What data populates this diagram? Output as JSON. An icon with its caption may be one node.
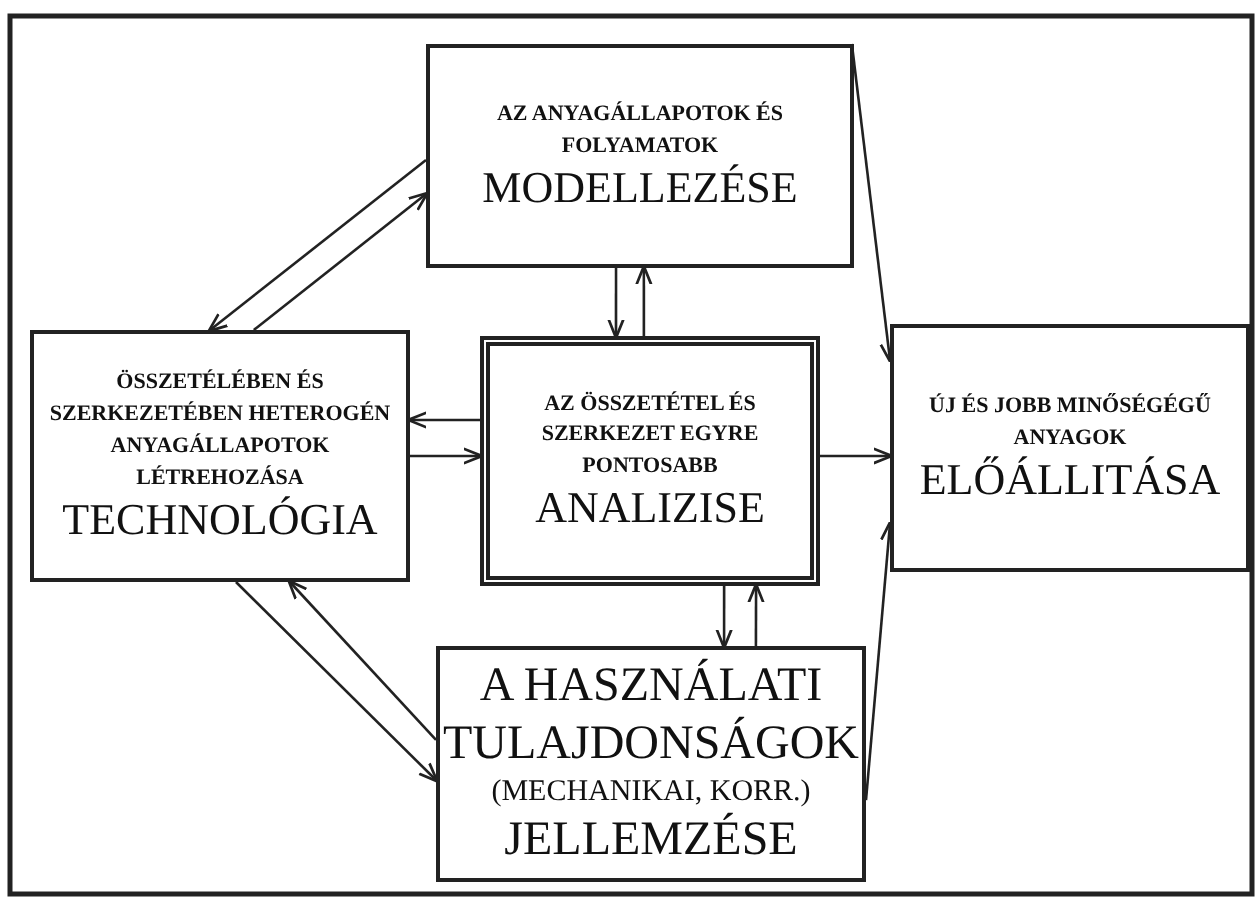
{
  "diagram": {
    "nodes": [
      {
        "text": [
          "ÖSSZETÉLÉBEN ÉS SZERKEZETÉBEN HETEROGÉN ANYAGÁLLAPOTOK LÉTREHOZÁSA",
          "TECHNOLÓGIA"
        ]
      },
      {
        "text": [
          "AZ ANYAGÁLLAPOTOK ÉS FOLYAMATOK",
          "MODELLEZÉSE"
        ]
      },
      {
        "text": [
          "AZ ÖSSZETÉTEL ÉS SZERKEZET EGYRE PONTOSABB",
          "ANALIZISE"
        ]
      },
      {
        "text": [
          "ÚJ ÉS JOBB MINŐSÉGÉGŰ ANYAGOK",
          "ELŐÁLLITÁSA"
        ]
      },
      {
        "text": [
          "A HASZNÁLATI TULAJDONSÁGOK",
          "(MECHANIKAI, KORR.)",
          "JELLEMZÉSE"
        ]
      }
    ],
    "edges": [
      {
        "from": 1,
        "to": 0,
        "arrow": "to"
      },
      {
        "from": 0,
        "to": 1,
        "arrow": "to"
      },
      {
        "from": 1,
        "to": 2,
        "arrow": "to"
      },
      {
        "from": 2,
        "to": 1,
        "arrow": "to"
      },
      {
        "from": 2,
        "to": 0,
        "arrow": "to"
      },
      {
        "from": 0,
        "to": 2,
        "arrow": "to"
      },
      {
        "from": 2,
        "to": 3,
        "arrow": "to"
      },
      {
        "from": 1,
        "to": 3,
        "arrow": "to"
      },
      {
        "from": 4,
        "to": 3,
        "arrow": "to"
      },
      {
        "from": 2,
        "to": 4,
        "arrow": "to"
      },
      {
        "from": 4,
        "to": 2,
        "arrow": "to"
      },
      {
        "from": 0,
        "to": 4,
        "arrow": "to"
      },
      {
        "from": 4,
        "to": 0,
        "arrow": "to"
      }
    ]
  }
}
